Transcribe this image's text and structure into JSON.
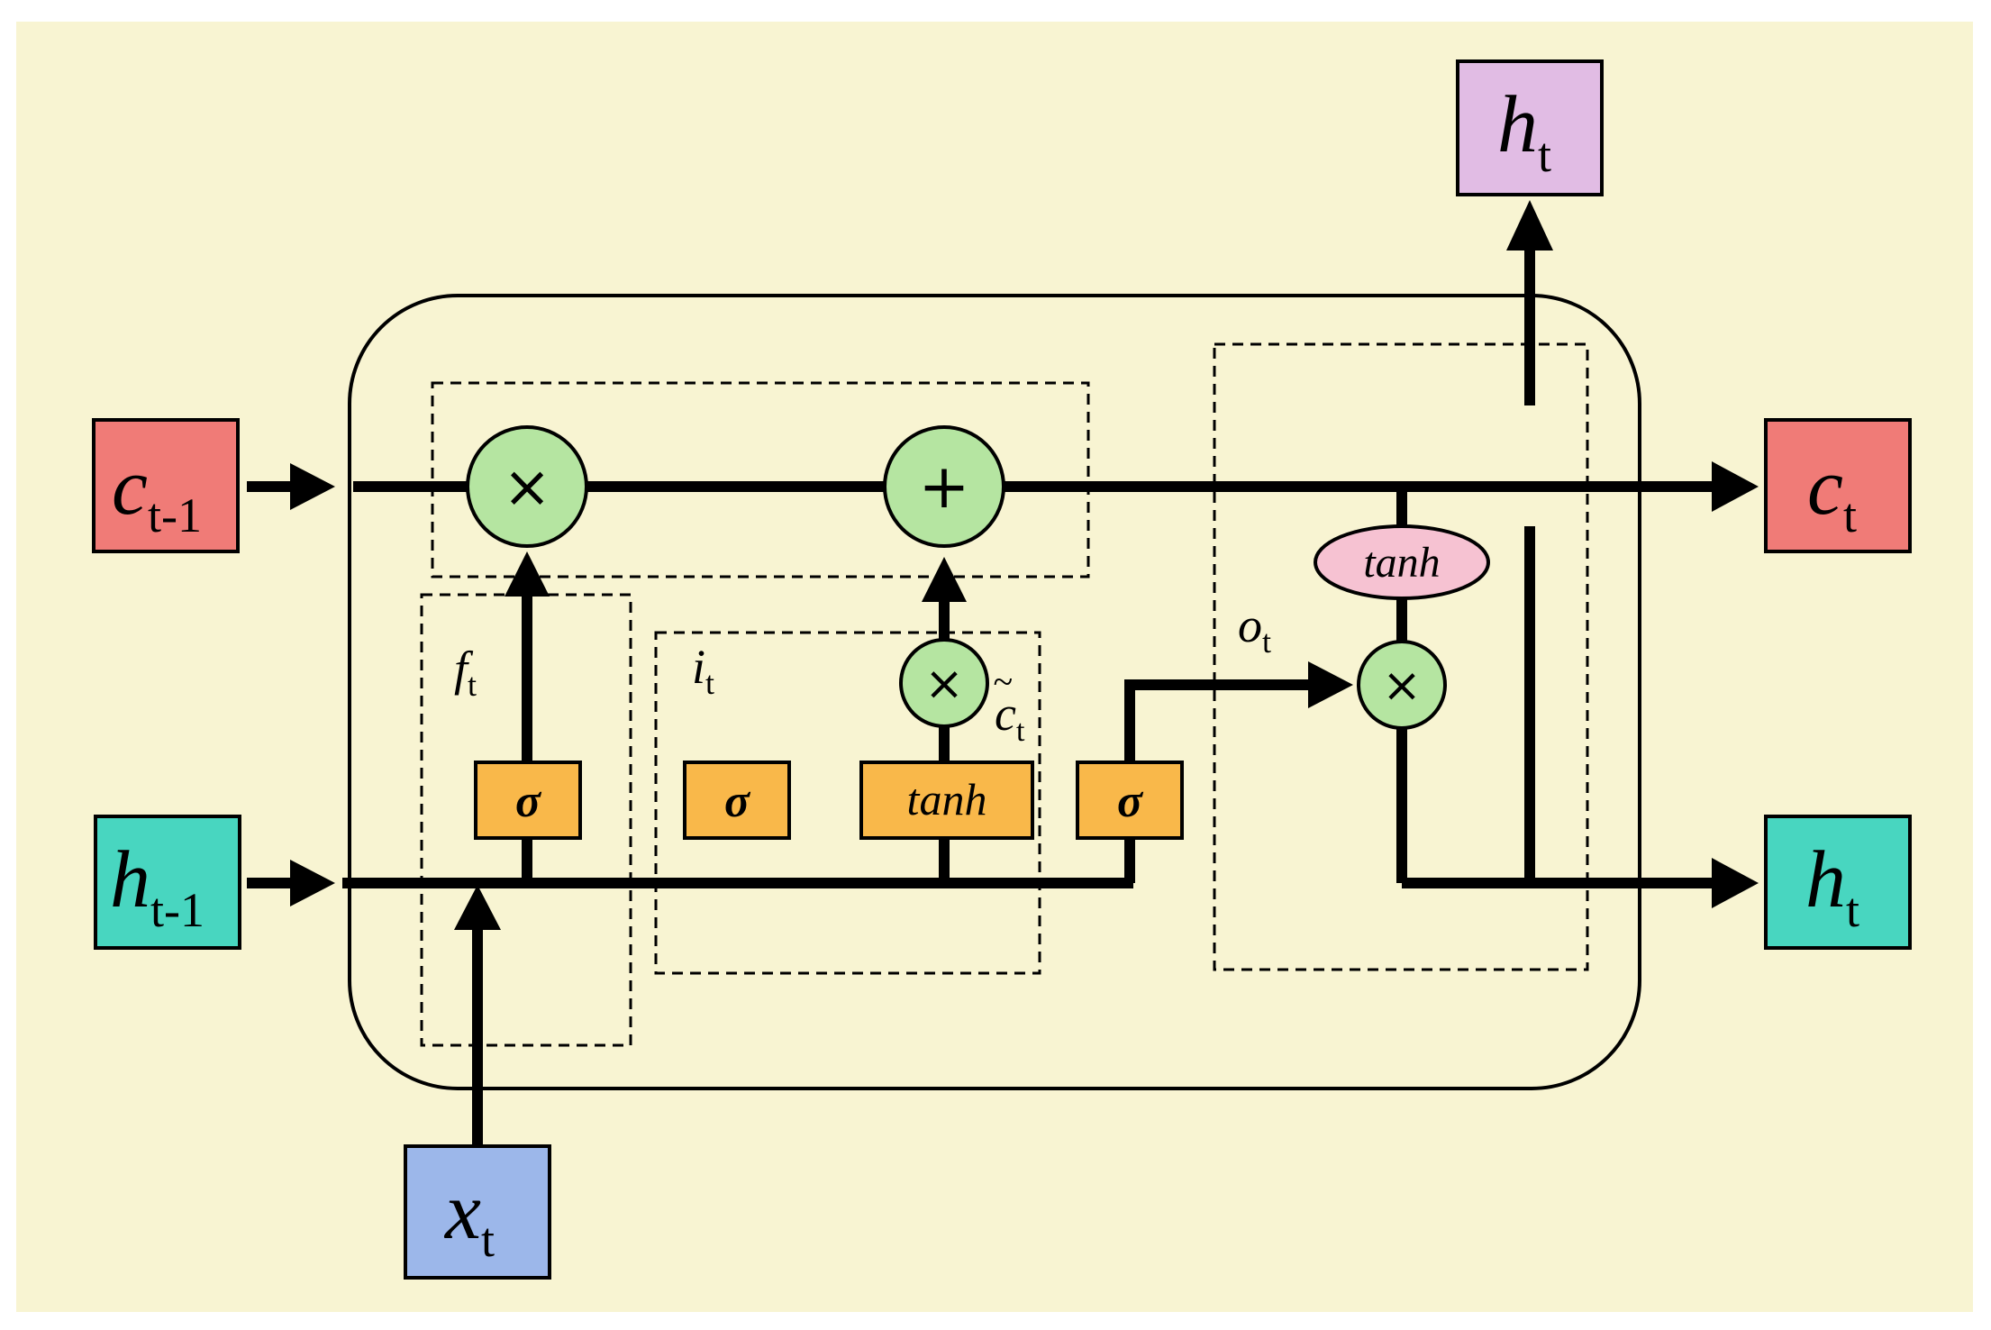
{
  "colors": {
    "background": "#f8f4d2",
    "cell_state_box": "#f07b77",
    "hidden_state_box": "#48d6c0",
    "output_top_box": "#e1bce4",
    "input_box": "#9cb7ea",
    "gate_box": "#f9b84a",
    "pointwise_op": "#b5e5a1",
    "tanh_ellipse": "#f6c2d2"
  },
  "icons": {
    "multiply": "multiply-icon",
    "add": "plus-icon"
  },
  "diagram": {
    "c_prev": {
      "main": "c",
      "sub": "t-1"
    },
    "h_prev": {
      "main": "h",
      "sub": "t-1"
    },
    "x_t": {
      "main": "x",
      "sub": "t"
    },
    "c_t": {
      "main": "c",
      "sub": "t"
    },
    "h_t": {
      "main": "h",
      "sub": "t"
    },
    "h_t_top": {
      "main": "h",
      "sub": "t"
    },
    "forget_label": {
      "main": "f",
      "sub": "t"
    },
    "input_label": {
      "main": "i",
      "sub": "t"
    },
    "output_label": {
      "main": "o",
      "sub": "t"
    },
    "candidate_label": {
      "main": "c",
      "sub": "t",
      "accent": "~"
    },
    "sigma_forget": "σ",
    "sigma_input": "σ",
    "tanh_candidate": "tanh",
    "sigma_output": "σ",
    "tanh_cell": "tanh",
    "op_multiply_forget": "×",
    "op_add": "+",
    "op_multiply_input": "×",
    "op_multiply_output": "×"
  }
}
